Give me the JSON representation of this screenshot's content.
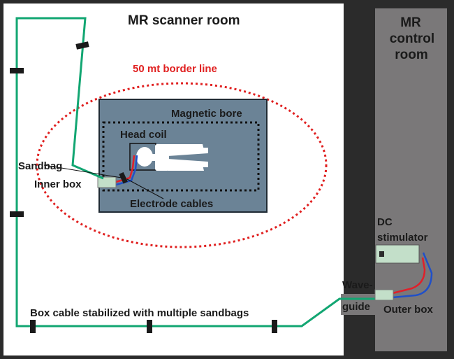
{
  "labels": {
    "scanner_room": "MR scanner room",
    "control_room": [
      "MR",
      "control",
      "room"
    ],
    "border_line": "50 mt border line",
    "magnetic_bore": "Magnetic bore",
    "head_coil": "Head coil",
    "sandbag": "Sandbag",
    "inner_box": "Inner box",
    "electrode_cables": "Electrode cables",
    "dc_stimulator": [
      "DC",
      "stimulator"
    ],
    "waveguide": [
      "Wave-",
      "guide"
    ],
    "outer_box": "Outer box",
    "box_cable": "Box cable stabilized with multiple sandbags"
  },
  "colors": {
    "wall": "#2b2b2b",
    "control_room": "#7a7879",
    "bore": "#6b8396",
    "box": "#c3dfc9",
    "cable_green": "#12a672",
    "wire_red": "#e0202a",
    "wire_blue": "#2050c8",
    "border_line": "#e02020",
    "sandbag": "#1a1a1a"
  }
}
